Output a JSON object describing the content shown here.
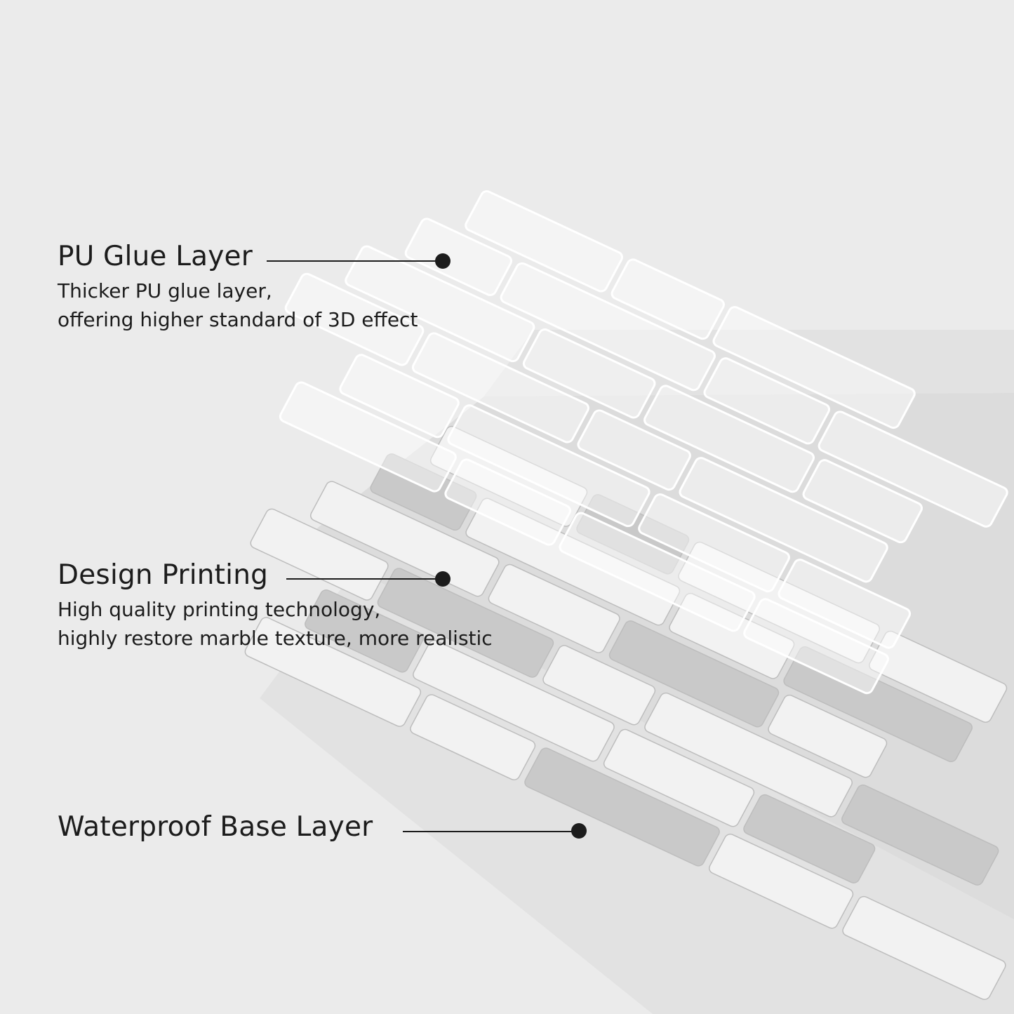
{
  "layers": [
    {
      "title": "PU Glue Layer",
      "description": [
        "Thicker PU glue layer,",
        "offering higher standard of 3D effect"
      ]
    },
    {
      "title": "Design Printing",
      "description": [
        "High quality printing technology,",
        "highly restore marble texture, more realistic"
      ]
    },
    {
      "title": "Waterproof Base Layer",
      "description": []
    }
  ],
  "colors": {
    "background": "#ebebeb",
    "base": "#e0e0e0",
    "grout": "#d6d6d6",
    "tile_light": "#f2f2f2",
    "tile_grey": "#c9c9c9",
    "text": "#1c1c1c"
  }
}
